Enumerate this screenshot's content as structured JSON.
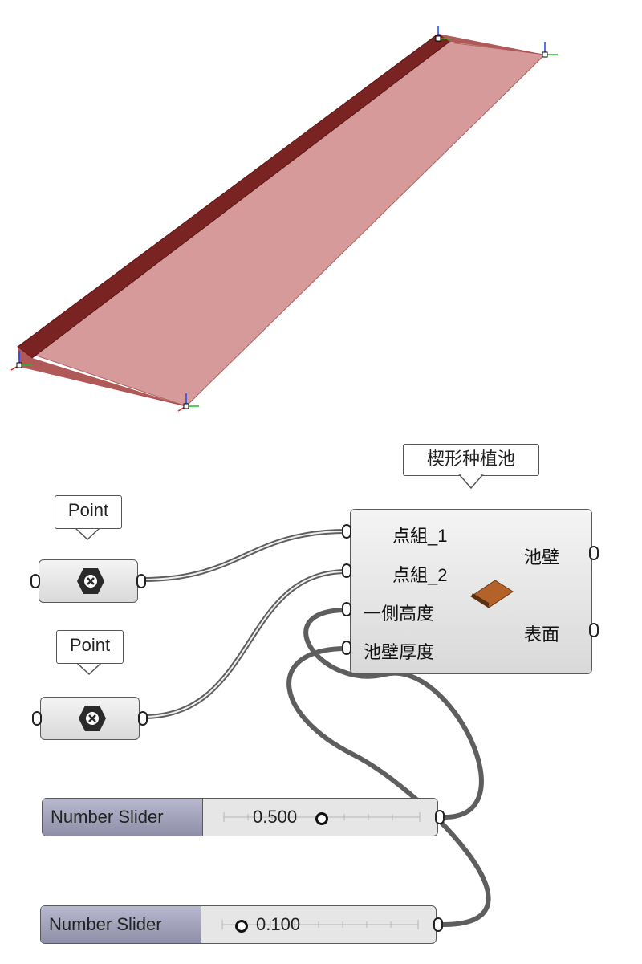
{
  "viewport": {
    "fill_color": "#d69a9a",
    "edge_color": "#8b2a2a",
    "wall_color": "#7a2323",
    "gumball_icons": [
      "move-gizmo-icon",
      "move-gizmo-icon",
      "move-gizmo-icon",
      "move-gizmo-icon"
    ]
  },
  "canvas": {
    "wire_color": "#5e5e5e",
    "points": [
      {
        "balloon": "Point",
        "icon": "parameter-x-icon"
      },
      {
        "balloon": "Point",
        "icon": "parameter-x-icon"
      }
    ],
    "cluster": {
      "balloon": "楔形种植池",
      "inputs": [
        "点組_1",
        "点組_2",
        "一側高度",
        "池壁厚度"
      ],
      "outputs": [
        "池壁",
        "表面"
      ],
      "icon": "wedge-surface-icon"
    },
    "sliders": [
      {
        "label": "Number Slider",
        "value": "0.500",
        "position": 0.5
      },
      {
        "label": "Number Slider",
        "value": "0.100",
        "position": 0.1
      }
    ]
  }
}
